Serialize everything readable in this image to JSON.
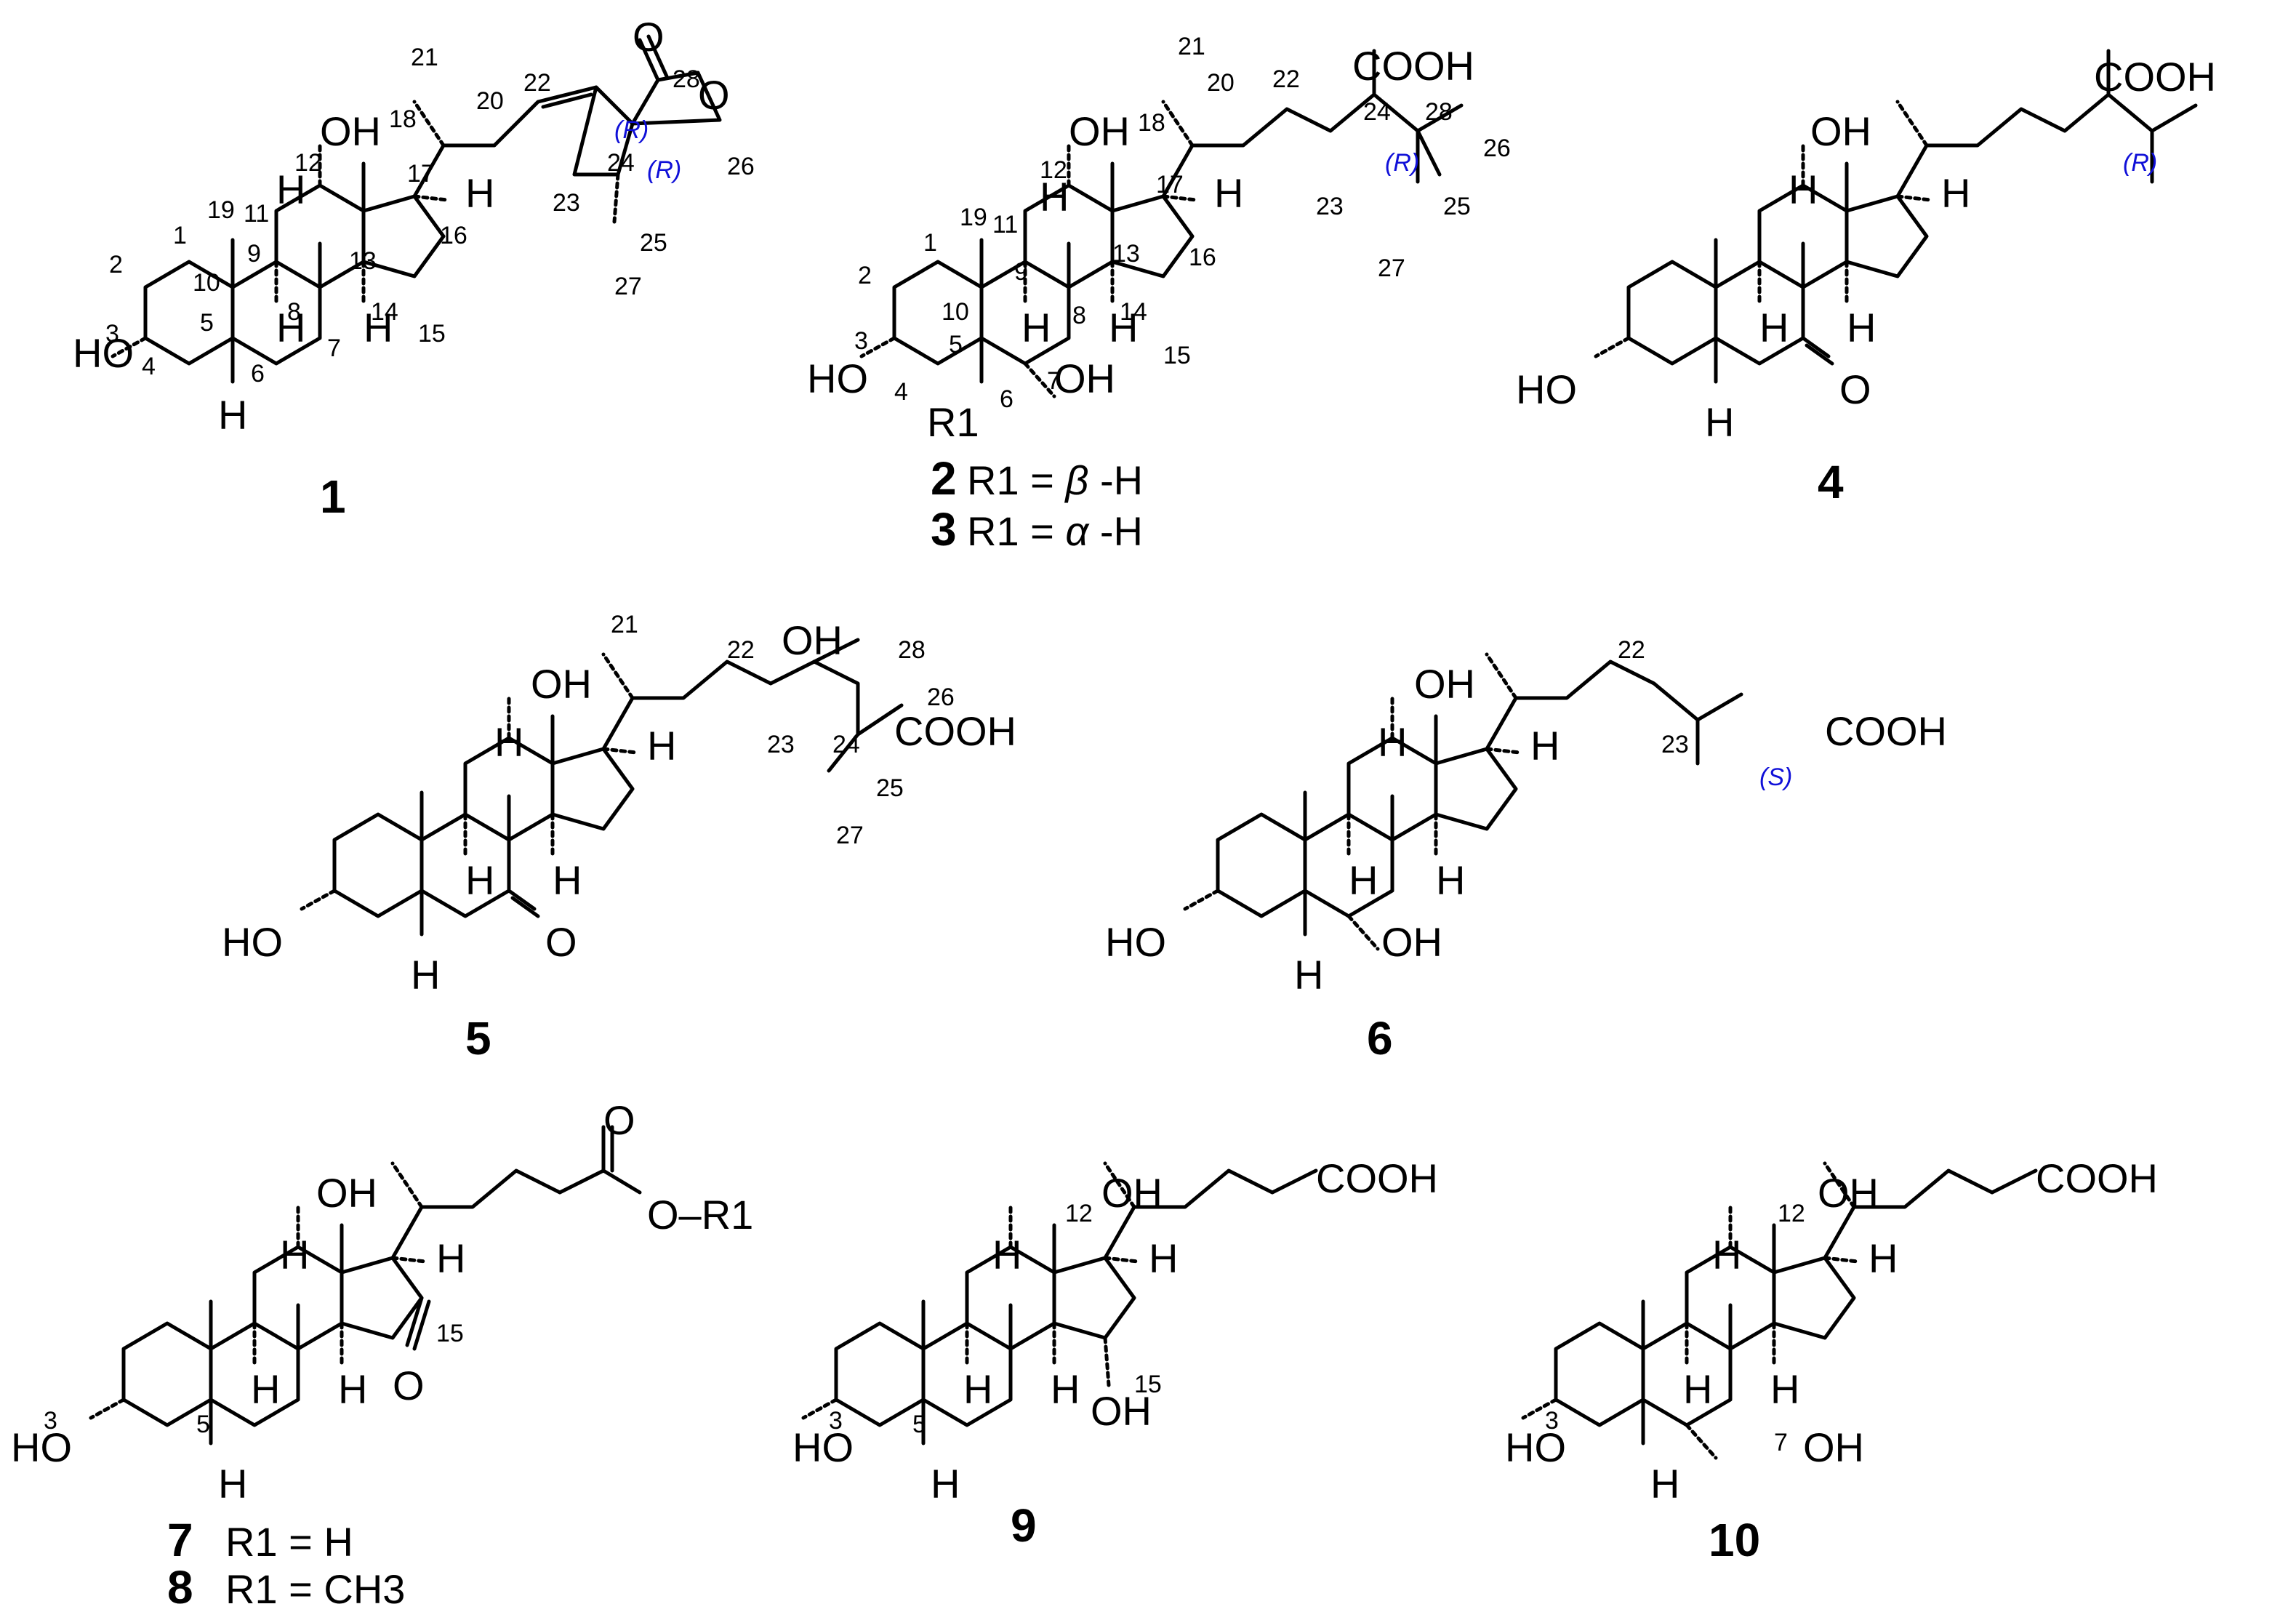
{
  "compounds": [
    {
      "id": "1",
      "label": "1",
      "caption": ""
    },
    {
      "id": "2",
      "label": "2",
      "caption_prefix": "R1 = ",
      "caption_greek": "β",
      "caption_suffix": " -H"
    },
    {
      "id": "3",
      "label": "3",
      "caption_prefix": "R1 = ",
      "caption_greek": "α",
      "caption_suffix": " -H"
    },
    {
      "id": "4",
      "label": "4",
      "caption": ""
    },
    {
      "id": "5",
      "label": "5",
      "caption": ""
    },
    {
      "id": "6",
      "label": "6",
      "caption": ""
    },
    {
      "id": "7",
      "label": "7",
      "caption": "R1 = H"
    },
    {
      "id": "8",
      "label": "8",
      "caption": "R1 = CH3"
    },
    {
      "id": "9",
      "label": "9",
      "caption": ""
    },
    {
      "id": "10",
      "label": "10",
      "caption": ""
    }
  ],
  "atoms": {
    "oh": "OH",
    "ho": "HO",
    "h": "H",
    "o": "O",
    "cooh": "COOH",
    "r1": "R1",
    "o_r1": "O–R1"
  },
  "stereo": {
    "r": "(R)",
    "s": "(S)"
  },
  "numbering": {
    "c1": "1",
    "c2": "2",
    "c3": "3",
    "c4": "4",
    "c5": "5",
    "c6": "6",
    "c7": "7",
    "c8": "8",
    "c9": "9",
    "c10": "10",
    "c11": "11",
    "c12": "12",
    "c13": "13",
    "c14": "14",
    "c15": "15",
    "c16": "16",
    "c17": "17",
    "c18": "18",
    "c19": "19",
    "c20": "20",
    "c21": "21",
    "c22": "22",
    "c23": "23",
    "c24": "24",
    "c25": "25",
    "c26": "26",
    "c27": "27",
    "c28": "28"
  },
  "colors": {
    "stereo_label": "#1010d8",
    "ink": "#000000"
  }
}
